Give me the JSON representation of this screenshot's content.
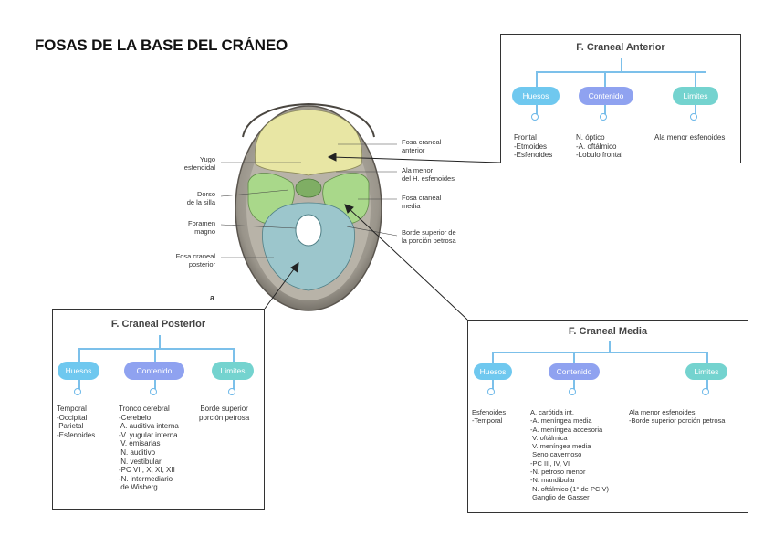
{
  "title": "FOSAS DE LA BASE DEL CRÁNEO",
  "figure_letter": "a",
  "skull_labels": {
    "fosa_anterior": "Fosa craneal\nanterior",
    "ala_menor": "Ala menor\ndel H. esfenoides",
    "fosa_media": "Fosa craneal\nmedia",
    "borde_superior": "Borde superior de\nla porción petrosa",
    "yugo": "Yugo\nesfenoidal",
    "dorso": "Dorso\nde la silla",
    "foramen": "Foramen\nmagno",
    "fosa_posterior": "Fosa craneal\nposterior"
  },
  "anterior": {
    "title": "F. Craneal Anterior",
    "huesos_label": "Huesos",
    "contenido_label": "Contenido",
    "limites_label": "Limites",
    "huesos_list": "Frontal\n-Etmoides\n-Esfenoides",
    "contenido_list": "N. óptico\n-A. oftálmico\n-Lobulo frontal",
    "limites_list": "Ala menor esfenoides"
  },
  "posterior": {
    "title": "F. Craneal Posterior",
    "huesos_label": "Huesos",
    "contenido_label": "Contenido",
    "limites_label": "Limites",
    "huesos_list": "Temporal\n-Occipital\n Parietal\n-Esfenoides",
    "contenido_list": "Tronco cerebral\n-Cerebelo\n A. auditiva interna\n-V. yugular interna\n V. emisarias\n N. auditivo\n N. vestibular\n-PC VII, X, XI, XII\n-N. intermediario\n de Wisberg",
    "limites_list": "Borde superior\nporción petrosa"
  },
  "media": {
    "title": "F. Craneal Media",
    "huesos_label": "Huesos",
    "contenido_label": "Contenido",
    "limites_label": "Limites",
    "huesos_list": "Esfenoides\n-Temporal",
    "contenido_list": "A. carótida int.\n-A. meníngea media\n-A. meníngea accesoria\n V. oftálmica\n V. meníngea media\n Seno cavernoso\n-PC III, IV, VI\n-N. petroso menor\n-N. mandibular\n N. oftálmico (1° de PC V)\n Ganglio de Gasser",
    "limites_list": "Ala menor esfenoides\n-Borde superior porción petrosa"
  },
  "colors": {
    "huesos": "#6fc8ef",
    "contenido": "#8fa2f0",
    "limites": "#74d3cf",
    "anterior_fossa": "#e8e6a4",
    "media_fossa": "#a9d88a",
    "posterior_fossa": "#9cc6cc"
  }
}
